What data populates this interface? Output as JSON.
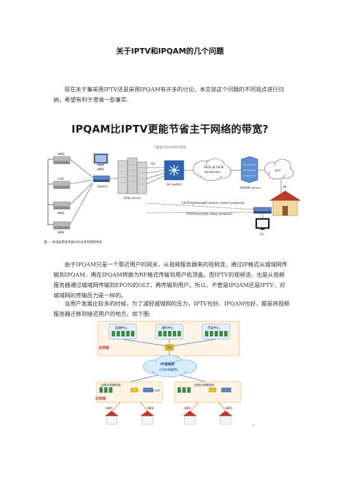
{
  "doc": {
    "title": "关于IPTV和IPQAM的几个问题",
    "intro": "现在关于事采用IPTV还是采用IPQAM有许多的讨论，本文就这个问题的不同观点进行归纳，希望有利于澄清一些事实.",
    "section_heading": "IPQAM比IPTV更能节省主干网络的带宽?",
    "fig1_top_caption": "下面是IPQAM的示意图:",
    "para1": "由于IPQAM只是一个靠近用户的网关，从视频服务器来的视频流，通过IP格式从城域网传输到IPQAM，再在IPQAM转换为RF格式传输到用户机顶盒。而IPTV的视频流，也是从视频服务器通过城域网传输到EPON的OLT，再传输到用户。所以，不管是IPQAM还是IPTV，对城域网的传输压力是一样的。",
    "para2": "当用户发展比较多的时候，为了减轻城域网的压力，IPTV也好、IPQAM也好，都是将视频服务器迁移到接近用户的地方。如下图:",
    "page_mark": "1"
  },
  "fig1": {
    "left_labels": [
      "AMS",
      "CAS",
      "BMS",
      "SMS"
    ],
    "bms": "BMS",
    "switch": "Switch",
    "vod_server": "VOD server",
    "ge": "GE",
    "ge_switch": "GE switch",
    "cloud_line1": "10GE 或 10GE",
    "cloud_line2": "BusSheme",
    "ipqam_server": "IPQAM server",
    "hfc": "HFC",
    "rf": "RF",
    "lscp": "LSCP(lightweight stream control protocol)",
    "rtsp": "RTSP(real time setup protocol)",
    "tv": "TV",
    "caption": "图一: 有线运营商开展VOD业务的网络构架"
  },
  "fig2": {
    "center_top_1": "前端中心",
    "center_top_2": "播控中心",
    "center_top_3": "内容中心",
    "front_label": "总前端",
    "metro_line1": "IP城域网",
    "metro_line2": "(CDN承载网)",
    "edge_left": "边缘分前端机房",
    "edge_right": "边缘分前端机房",
    "branch_label": "分前端",
    "hfc_a": "HFC",
    "hfc_b": "HFC",
    "hfc_c": "HFC",
    "hfc_d": "HFC",
    "ipqam": "IP-QAM"
  }
}
